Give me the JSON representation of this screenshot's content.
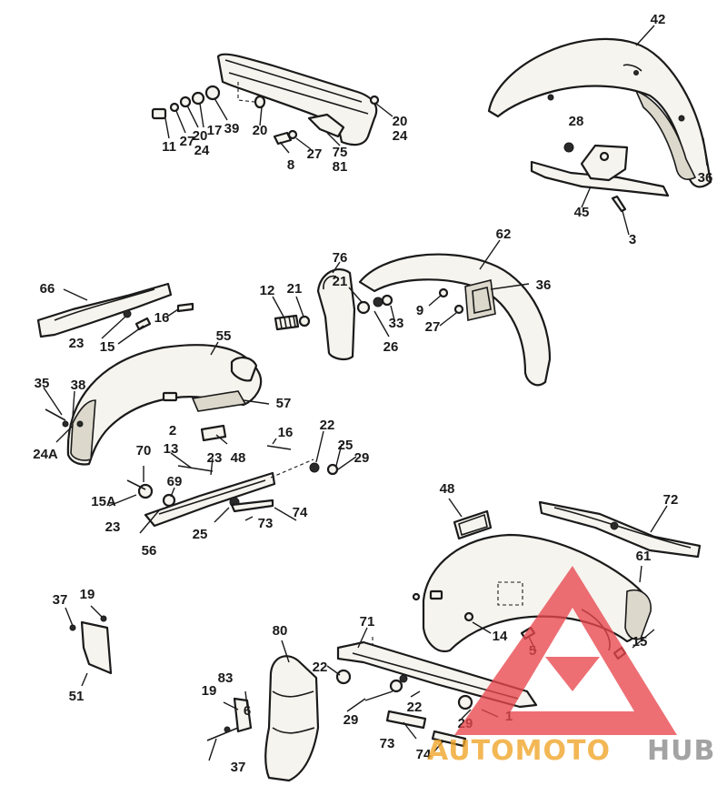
{
  "callouts": {
    "c42": "42",
    "c28": "28",
    "c45": "45",
    "c3": "3",
    "c36a": "36",
    "c11": "11",
    "c27a": "27",
    "c20a": "20",
    "c24a": "24",
    "c17": "17",
    "c39": "39",
    "c20b": "20",
    "c8": "8",
    "c27b": "27",
    "c75": "75",
    "c81": "81",
    "c20c": "20",
    "c24b": "24",
    "c66": "66",
    "c16a": "16",
    "c23a": "23",
    "c15a": "15",
    "c12": "12",
    "c21a": "21",
    "c76": "76",
    "c21b": "21",
    "c33": "33",
    "c26": "26",
    "c62": "62",
    "c36b": "36",
    "c9": "9",
    "c27c": "27",
    "c55": "55",
    "c57": "57",
    "c35": "35",
    "c38": "38",
    "c24A": "24A",
    "c2": "2",
    "c13": "13",
    "c23b": "23",
    "c48a": "48",
    "c16b": "16",
    "c22a": "22",
    "c25a": "25",
    "c29a": "29",
    "c70": "70",
    "c15A": "15A",
    "c69": "69",
    "c23c": "23",
    "c56": "56",
    "c25b": "25",
    "c73a": "73",
    "c74a": "74",
    "c48b": "48",
    "c72": "72",
    "c61": "61",
    "c14": "14",
    "c5": "5",
    "c15b": "15",
    "c71": "71",
    "c22b": "22",
    "c22c": "22",
    "c29b": "29",
    "c29c": "29",
    "c1": "1",
    "c73b": "73",
    "c74b": "74",
    "c37a": "37",
    "c19a": "19",
    "c51": "51",
    "c80": "80",
    "c83": "83",
    "c19b": "19",
    "c6": "6",
    "c37b": "37"
  },
  "watermark": {
    "part1": "AUTOMOTO",
    "part2": "HUB"
  },
  "colors": {
    "ink": "#1a1a1a",
    "logo_red": "#e8474e",
    "logo_orange": "#f0a426",
    "logo_gray": "#8a8a8a"
  }
}
